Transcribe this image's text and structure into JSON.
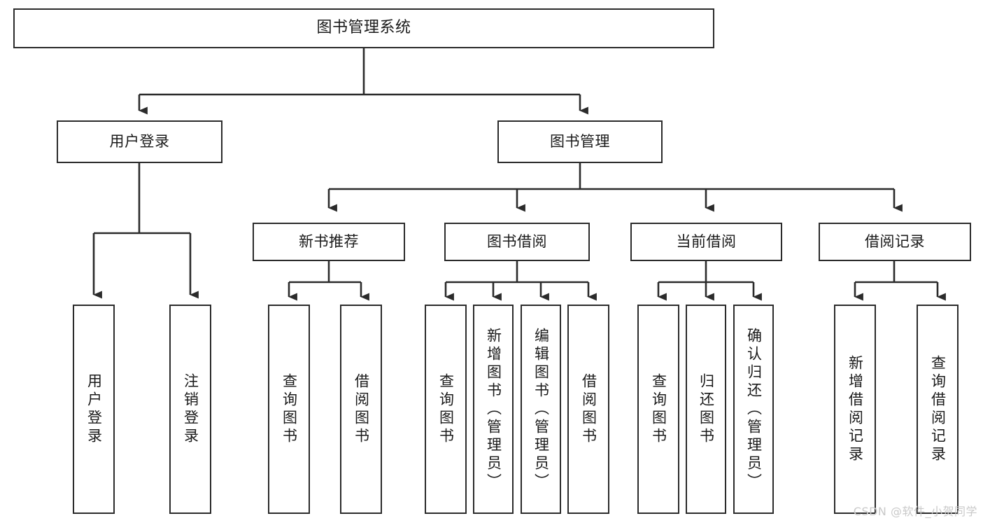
{
  "diagram": {
    "title": "图书管理系统",
    "watermark": "CSDN @软件_小贺同学",
    "stroke_color": "#2b2b2b",
    "fill_color": "#ffffff",
    "text_color": "#1a1a1a",
    "watermark_color": "#c9c9c9"
  },
  "nodes": {
    "root": {
      "label": "图书管理系统",
      "level": 1
    },
    "l2": [
      {
        "id": "user-login",
        "label": "用户登录"
      },
      {
        "id": "book-manage",
        "label": "图书管理"
      }
    ],
    "l3": [
      {
        "id": "new-book-rec",
        "label": "新书推荐"
      },
      {
        "id": "book-borrow",
        "label": "图书借阅"
      },
      {
        "id": "current-borrow",
        "label": "当前借阅"
      },
      {
        "id": "borrow-record",
        "label": "借阅记录"
      }
    ],
    "leaves": {
      "user_login": [
        {
          "id": "leaf-user-login",
          "label": "用户登录"
        },
        {
          "id": "leaf-logout-login",
          "label": "注销登录"
        }
      ],
      "new_book_rec": [
        {
          "id": "leaf-query-book-1",
          "label": "查询图书"
        },
        {
          "id": "leaf-borrow-book-1",
          "label": "借阅图书"
        }
      ],
      "book_borrow": [
        {
          "id": "leaf-query-book-2",
          "label": "查询图书"
        },
        {
          "id": "leaf-add-book",
          "label": "新增图书（管理员）"
        },
        {
          "id": "leaf-edit-book",
          "label": "编辑图书（管理员）"
        },
        {
          "id": "leaf-borrow-book-2",
          "label": "借阅图书"
        }
      ],
      "current_borrow": [
        {
          "id": "leaf-query-book-3",
          "label": "查询图书"
        },
        {
          "id": "leaf-return-book",
          "label": "归还图书"
        },
        {
          "id": "leaf-confirm-return",
          "label": "确认归还（管理员）"
        }
      ],
      "borrow_record": [
        {
          "id": "leaf-add-record",
          "label": "新增借阅记录"
        },
        {
          "id": "leaf-query-record",
          "label": "查询借阅记录"
        }
      ]
    }
  }
}
